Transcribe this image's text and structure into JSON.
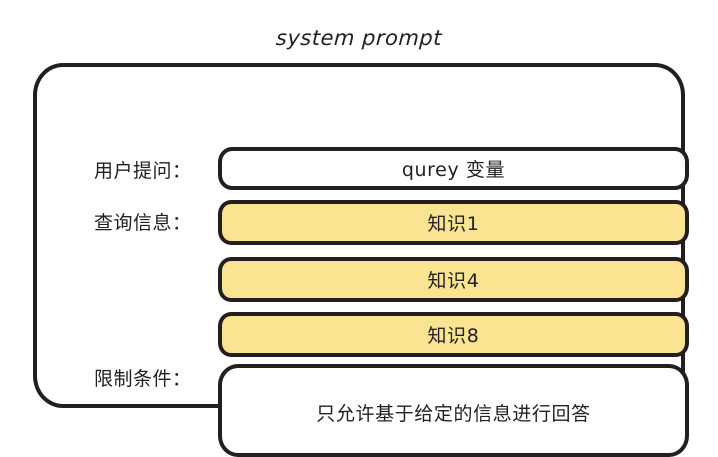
{
  "title": "system prompt",
  "colors": {
    "ink": "#231f20",
    "highlight": "#fae391",
    "background": "#ffffff"
  },
  "rows": {
    "user_question": {
      "label": "用户提问：",
      "value": "qurey 变量"
    },
    "retrieved_info": {
      "label": "查询信息：",
      "items": [
        {
          "value": "知识1"
        },
        {
          "value": "知识4"
        },
        {
          "value": "知识8"
        }
      ]
    },
    "constraint": {
      "label": "限制条件：",
      "value": "只允许基于给定的信息进行回答"
    }
  }
}
